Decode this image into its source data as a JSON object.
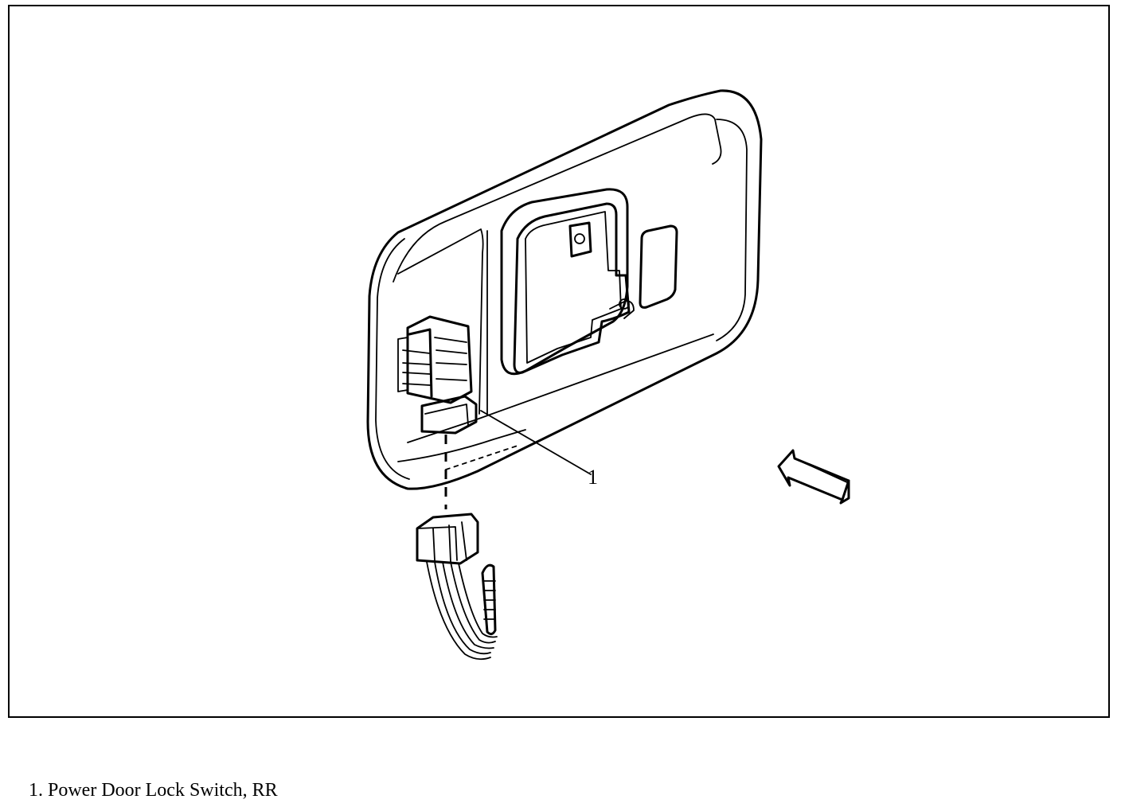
{
  "figure": {
    "callout": "1",
    "legend": [
      {
        "number": "1.",
        "text": "Power Door Lock Switch, RR"
      }
    ]
  }
}
